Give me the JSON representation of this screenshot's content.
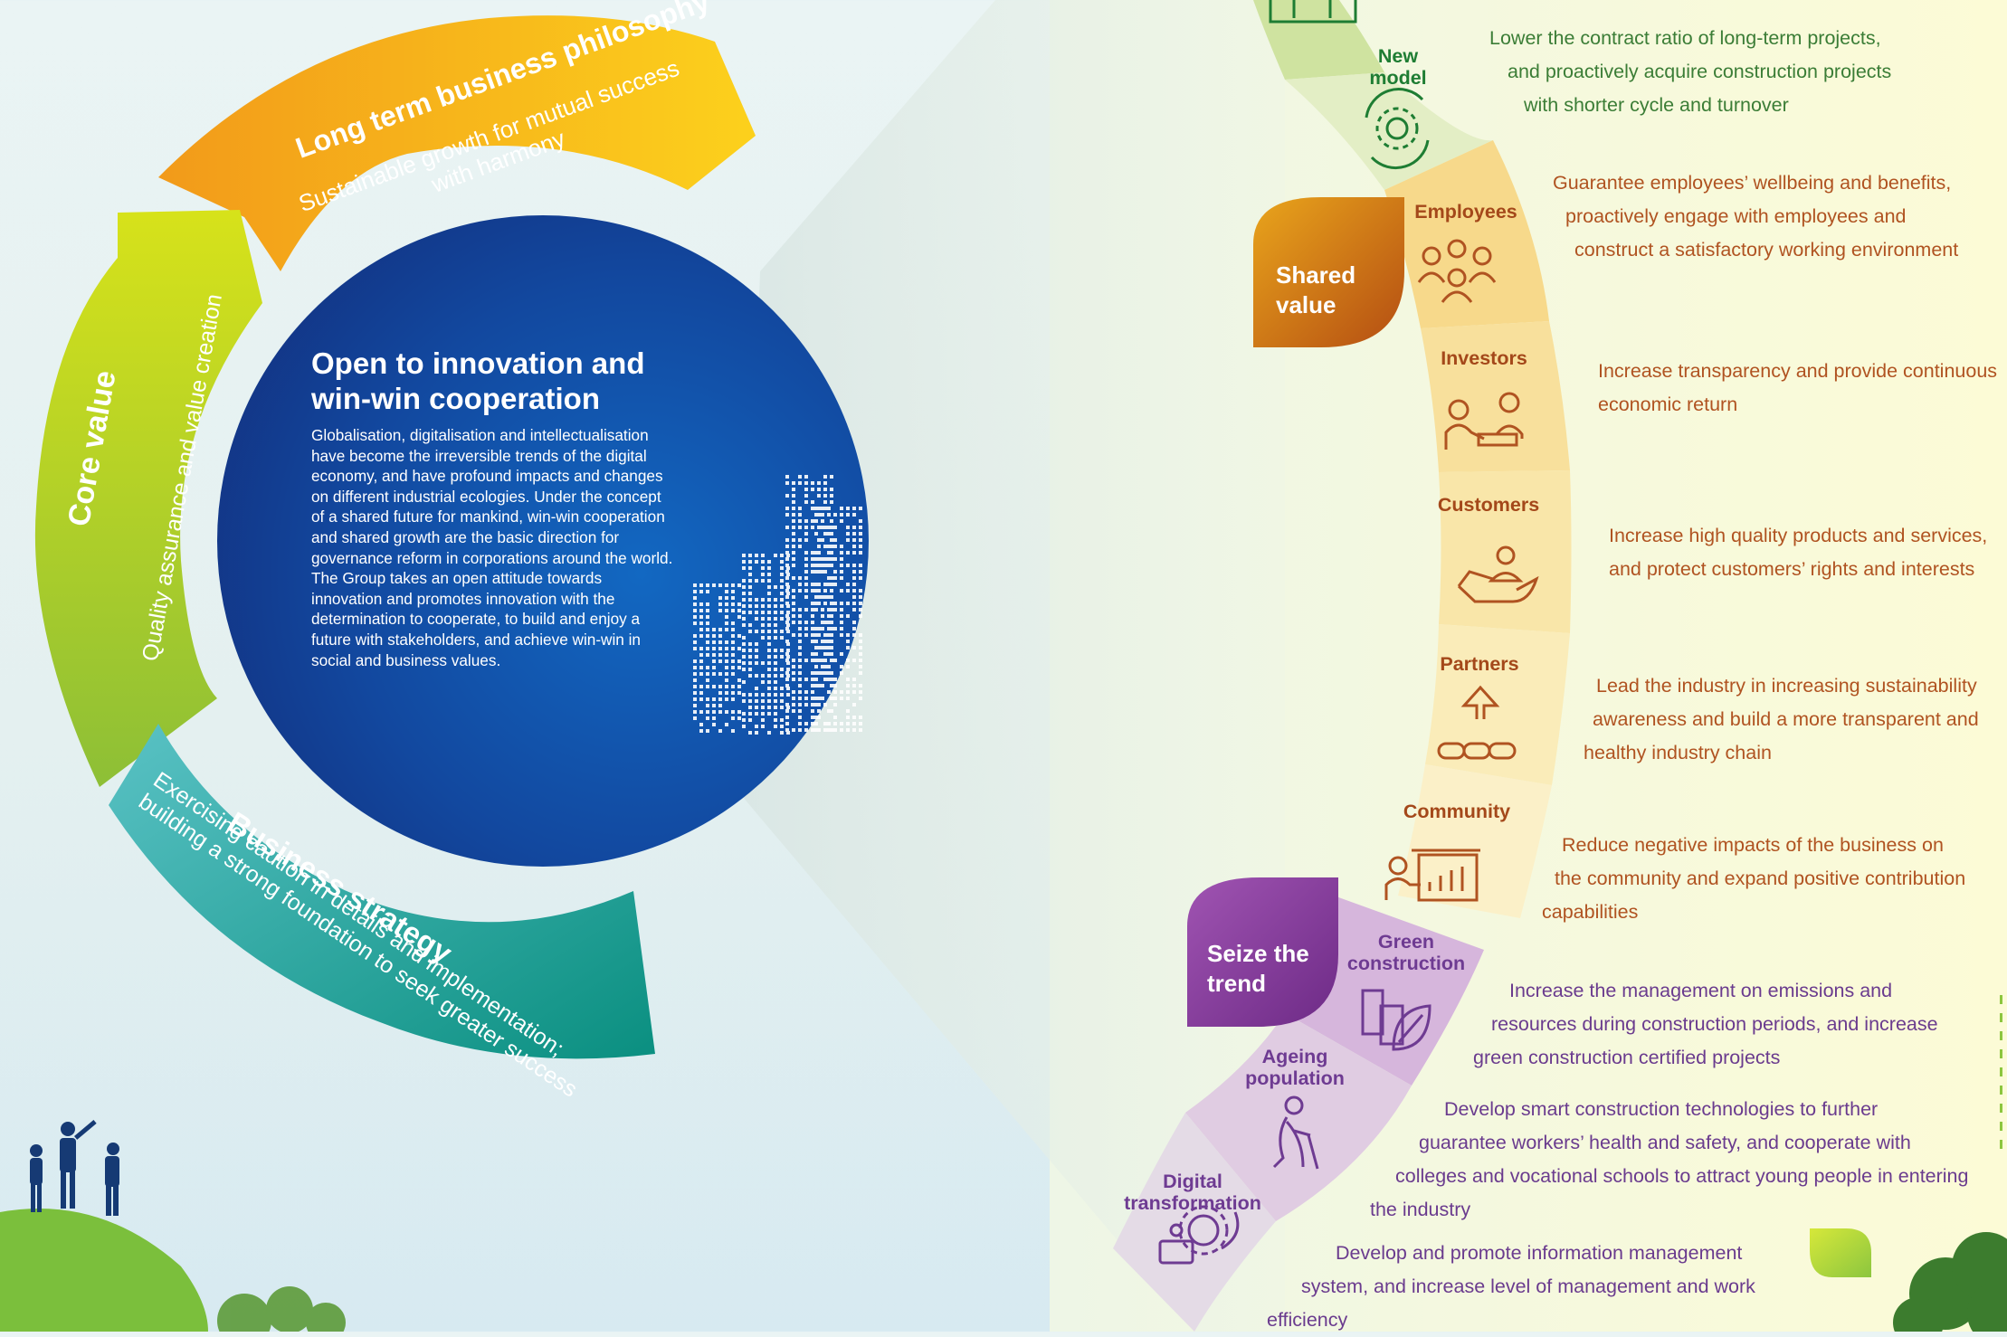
{
  "philosophy": {
    "title": "Long term business philosophy",
    "subtitle_line1": "Sustainable growth for mutual success",
    "subtitle_line2": "with harmony"
  },
  "core_value": {
    "title": "Core value",
    "subtitle": "Quality assurance and value creation"
  },
  "strategy": {
    "title": "Business strategy",
    "subtitle_line1": "Exercising caution in details and implementation;",
    "subtitle_line2": "building a strong foundation to seek greater success"
  },
  "center": {
    "title": "Open to innovation and win-win cooperation",
    "body": "Globalisation, digitalisation and intellectualisation have become the irreversible trends of the digital economy, and have profound impacts and changes on different industrial ecologies. Under the concept of a shared future for mankind, win-win cooperation and shared growth are the basic direction for governance reform in corporations around the world. The Group takes an open attitude towards innovation and promotes innovation with the determination to cooperate, to build and enjoy a future with stakeholders, and achieve win-win in social and business values."
  },
  "badges": {
    "shared_value": "Shared value",
    "seize_trend": "Seize the trend"
  },
  "items": {
    "new_model": {
      "label": "New model",
      "desc_lines": [
        "Lower the contract ratio of long-term projects,",
        "and proactively acquire construction projects",
        "with shorter cycle and turnover"
      ]
    },
    "employees": {
      "label": "Employees",
      "desc_lines": [
        "Guarantee employees’ wellbeing and benefits,",
        "proactively engage with employees and",
        "construct a satisfactory working environment"
      ]
    },
    "investors": {
      "label": "Investors",
      "desc_lines": [
        "Increase transparency and provide continuous",
        "economic return"
      ]
    },
    "customers": {
      "label": "Customers",
      "desc_lines": [
        "Increase high quality products and services,",
        "and protect customers’ rights and interests"
      ]
    },
    "partners": {
      "label": "Partners",
      "desc_lines": [
        "Lead the industry in increasing sustainability",
        "awareness and build a more transparent and",
        "healthy industry chain"
      ]
    },
    "community": {
      "label": "Community",
      "desc_lines": [
        "Reduce negative impacts of the business on",
        "the community and expand positive contribution",
        "capabilities"
      ]
    },
    "green_construction": {
      "label": "Green construction",
      "desc_lines": [
        "Increase the management on emissions and",
        "resources during construction periods, and increase",
        "green construction certified projects"
      ]
    },
    "ageing_population": {
      "label": "Ageing population",
      "desc_lines": [
        "Develop smart construction technologies to further",
        "guarantee workers’ health and safety, and cooperate with",
        "colleges and vocational schools to attract young people in entering",
        "the industry"
      ]
    },
    "digital_transformation": {
      "label": "Digital transformation",
      "desc_lines": [
        "Develop and promote information management",
        "system, and increase level of management and work",
        "efficiency"
      ]
    }
  },
  "icons": {
    "new_model": "gear-cycle-icon",
    "employees": "people-group-icon",
    "investors": "meeting-icon",
    "customers": "hand-care-icon",
    "partners": "chain-link-icon",
    "community": "presentation-icon",
    "green_construction": "building-leaf-icon",
    "ageing_population": "elderly-person-icon",
    "digital_transformation": "digital-gear-icon"
  },
  "colors": {
    "circle_blue": "#13398f",
    "philosophy_orange": "#f5b21e",
    "core_green": "#b9d22a",
    "strategy_teal": "#139d95",
    "shared_value_orange": "#c4650f",
    "seize_trend_purple": "#7a3596"
  }
}
